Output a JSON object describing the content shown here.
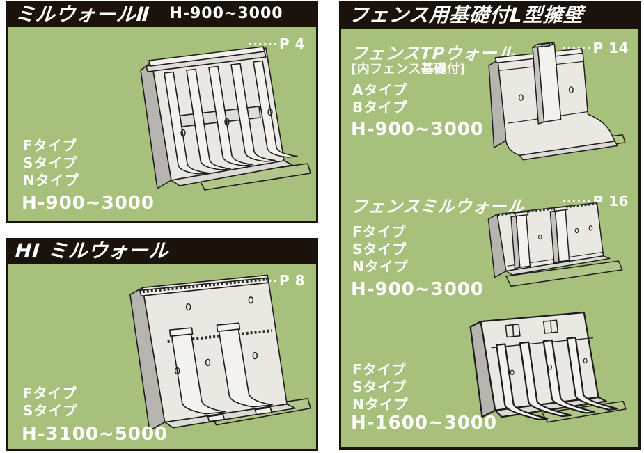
{
  "colors": {
    "panel_green": "#a7c17c",
    "bar_black": "#1a120b",
    "text_white": "#ffffff",
    "drawing_light": "#eae8e3",
    "drawing_dark": "#b6b4ae",
    "plate_green": "#b2c689"
  },
  "panels": {
    "millwall2": {
      "title": "ミルウォールⅡ",
      "header_range": "H-900~3000",
      "page_ref_dots": "······",
      "page_ref": "P 4",
      "types": [
        "Fタイプ",
        "Sタイプ",
        "Nタイプ"
      ],
      "height_range": "H-900~3000"
    },
    "hi_millwall": {
      "title": "HI ミルウォール",
      "page_ref_dots": "······",
      "page_ref": "P 8",
      "types": [
        "Fタイプ",
        "Sタイプ"
      ],
      "height_range": "H-3100~5000"
    },
    "fence": {
      "title": "フェンス用基礎付L型擁壁",
      "sections": [
        {
          "name": "フェンスTPウォール",
          "subtitle": "[内フェンス基礎付]",
          "page_ref_dots": "······",
          "page_ref": "P 14",
          "types": [
            "Aタイプ",
            "Bタイプ"
          ],
          "height_range": "H-900~3000"
        },
        {
          "name": "フェンスミルウォール",
          "page_ref_dots": "······",
          "page_ref": "P 16",
          "types": [
            "Fタイプ",
            "Sタイプ",
            "Nタイプ"
          ],
          "height_range": "H-900~3000"
        },
        {
          "types": [
            "Fタイプ",
            "Sタイプ",
            "Nタイプ"
          ],
          "height_range": "H-1600~3000"
        }
      ]
    }
  }
}
